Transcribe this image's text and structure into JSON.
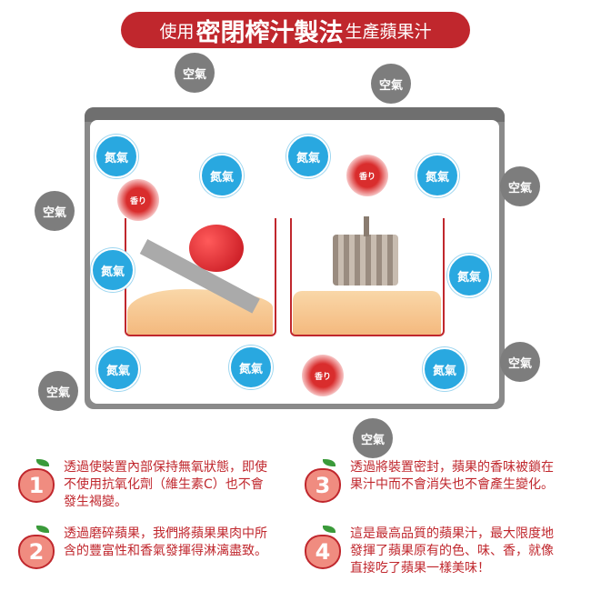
{
  "title": {
    "pre": "使用",
    "bold": "密閉榨汁製法",
    "post": "生產蘋果汁"
  },
  "labels": {
    "air": "空氣",
    "nitrogen": "氮氣",
    "aroma": "香り"
  },
  "colors": {
    "accent": "#c0272d",
    "nitrogen": "#29a8e0",
    "air": "#7d7d7d"
  },
  "points": [
    {
      "num": "1",
      "text": "透過使裝置內部保持無氧狀態，即使不使用抗氧化劑（維生素C）也不會發生褐變。"
    },
    {
      "num": "2",
      "text": "透過磨碎蘋果，我們將蘋果果肉中所含的豐富性和香氣發揮得淋漓盡致。"
    },
    {
      "num": "3",
      "text": "透過將裝置密封，蘋果的香味被鎖在果汁中而不會消失也不會產生變化。"
    },
    {
      "num": "4",
      "text": "這是最高品質的蘋果汁，最大限度地發揮了蘋果原有的色、味、香，就像直接吃了蘋果一樣美味！"
    }
  ]
}
